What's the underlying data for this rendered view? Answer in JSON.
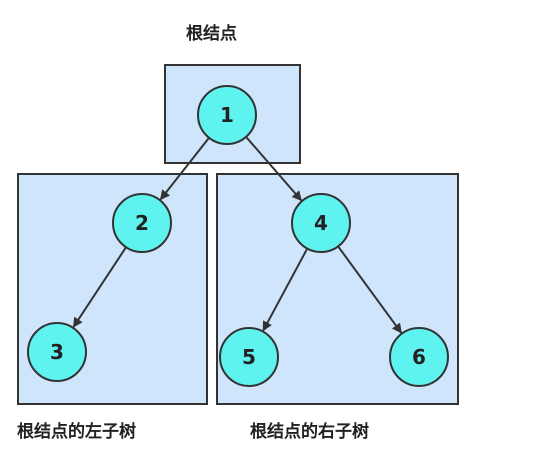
{
  "labels": {
    "root_caption": "根结点",
    "left_subtree_caption": "根结点的左子树",
    "right_subtree_caption": "根结点的右子树"
  },
  "nodes": [
    {
      "id": "n1",
      "label": "1"
    },
    {
      "id": "n2",
      "label": "2"
    },
    {
      "id": "n3",
      "label": "3"
    },
    {
      "id": "n4",
      "label": "4"
    },
    {
      "id": "n5",
      "label": "5"
    },
    {
      "id": "n6",
      "label": "6"
    }
  ],
  "edges": [
    {
      "from": "n1",
      "to": "n2"
    },
    {
      "from": "n1",
      "to": "n4"
    },
    {
      "from": "n2",
      "to": "n3"
    },
    {
      "from": "n4",
      "to": "n5"
    },
    {
      "from": "n4",
      "to": "n6"
    }
  ],
  "colors": {
    "region_fill": "#cfe5fc",
    "node_fill": "#5ff3f0",
    "stroke": "#333333"
  }
}
